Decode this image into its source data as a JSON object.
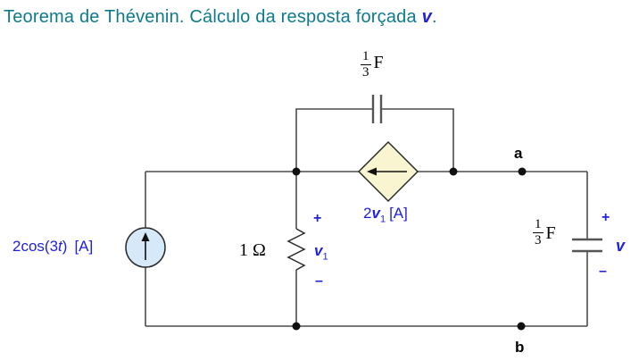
{
  "title": {
    "text": "Teorema de Thévenin. Cálculo da resposta forçada",
    "var": "v",
    "period": "."
  },
  "labels": {
    "source_current": {
      "p1": "2cos(3",
      "t": "t",
      "p2": ")",
      "unit": "[A]"
    },
    "dependent_source": {
      "coef": "2",
      "var": "v",
      "sub": "1",
      "unit": "[A]"
    },
    "resistor": "1 Ω",
    "resistor_voltage": {
      "plus": "+",
      "var": "v",
      "sub": "1",
      "minus": "–"
    },
    "cap_top": {
      "num": "1",
      "den": "3",
      "unit": "F"
    },
    "cap_right": {
      "num": "1",
      "den": "3",
      "unit": "F"
    },
    "output_voltage": {
      "plus": "+",
      "var": "v",
      "minus": "–"
    },
    "terminal_a": "a",
    "terminal_b": "b"
  },
  "colors": {
    "title": "#0e7b8c",
    "label_blue": "#1f1fe0",
    "wire": "#4c4c4c",
    "source_fill": "#d6e9f8",
    "diamond_fill": "#f9f5d0"
  }
}
